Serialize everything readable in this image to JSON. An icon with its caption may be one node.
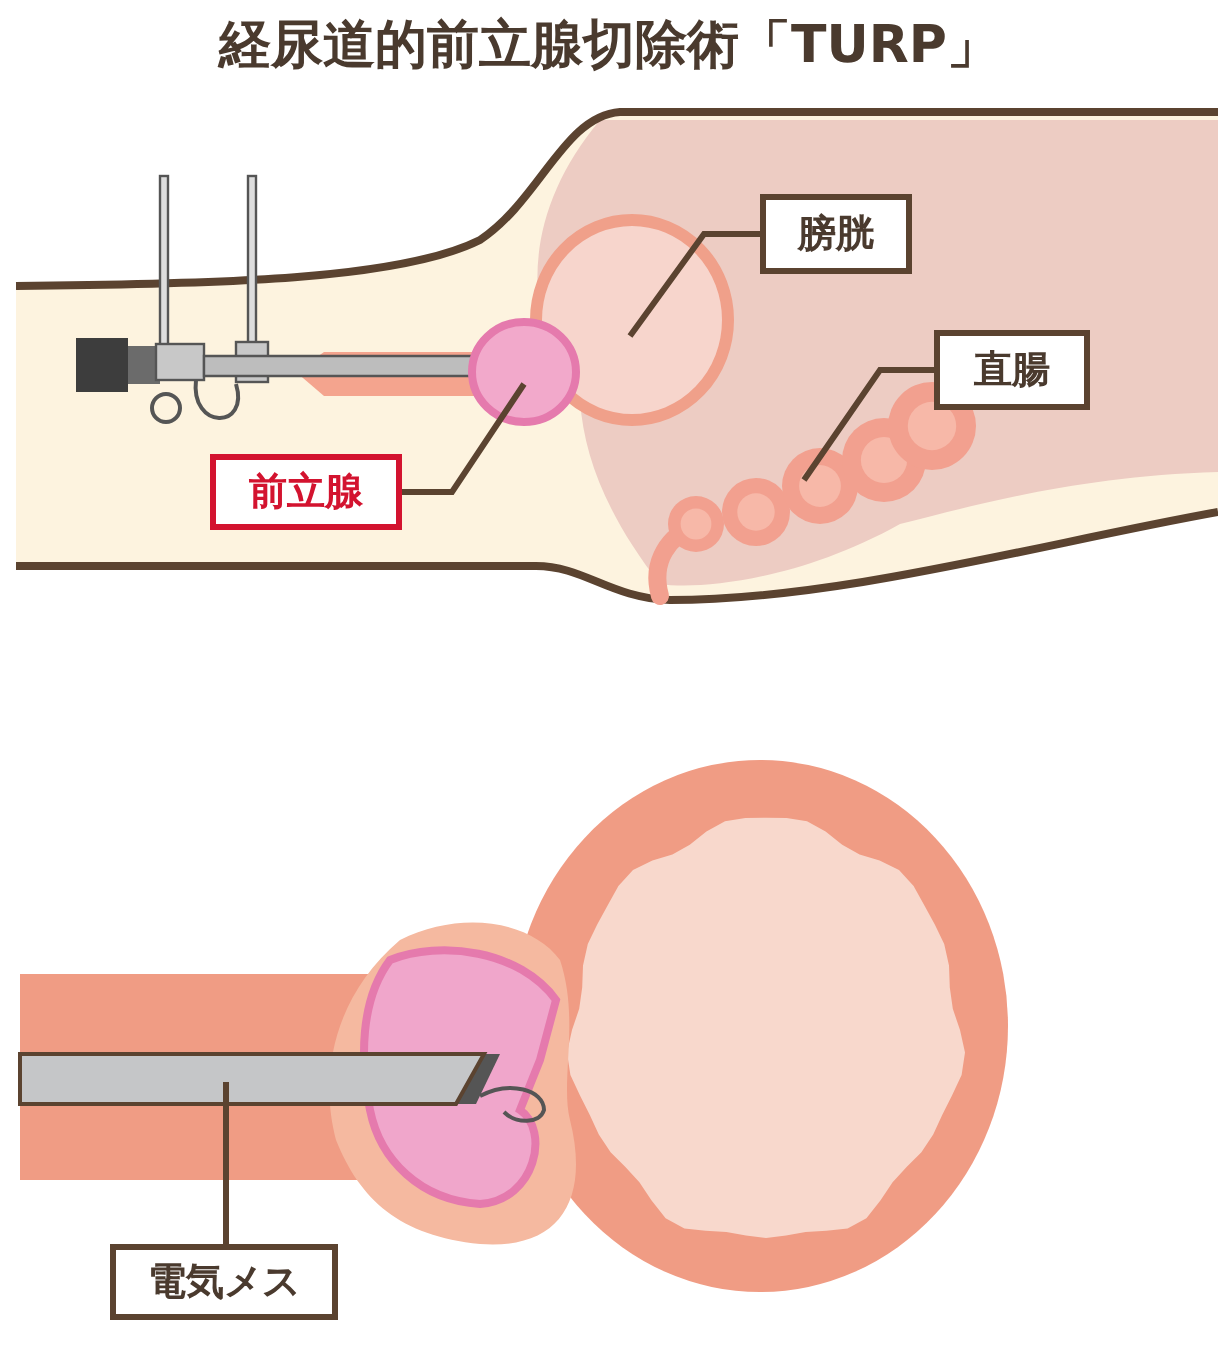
{
  "diagram": {
    "title": "経尿道的前立腺切除術「TURP」",
    "nodes": [
      {
        "text": [
          "膀胱"
        ]
      },
      {
        "text": [],
        "shape": "circle"
      },
      {
        "text": [
          "直腸"
        ]
      },
      {
        "text": [],
        "shape": "picture"
      },
      {
        "text": [
          "前立腺"
        ]
      },
      {
        "text": [],
        "shape": "circle"
      },
      {
        "text": [
          "電気メス"
        ]
      },
      {
        "text": [],
        "shape": "bar"
      }
    ],
    "edges": [
      {
        "from": 0,
        "to": 1,
        "arrow": "none"
      },
      {
        "from": 2,
        "to": 3,
        "arrow": "none"
      },
      {
        "from": 4,
        "to": 5,
        "arrow": "none"
      },
      {
        "from": 6,
        "to": 7,
        "arrow": "none"
      }
    ]
  }
}
